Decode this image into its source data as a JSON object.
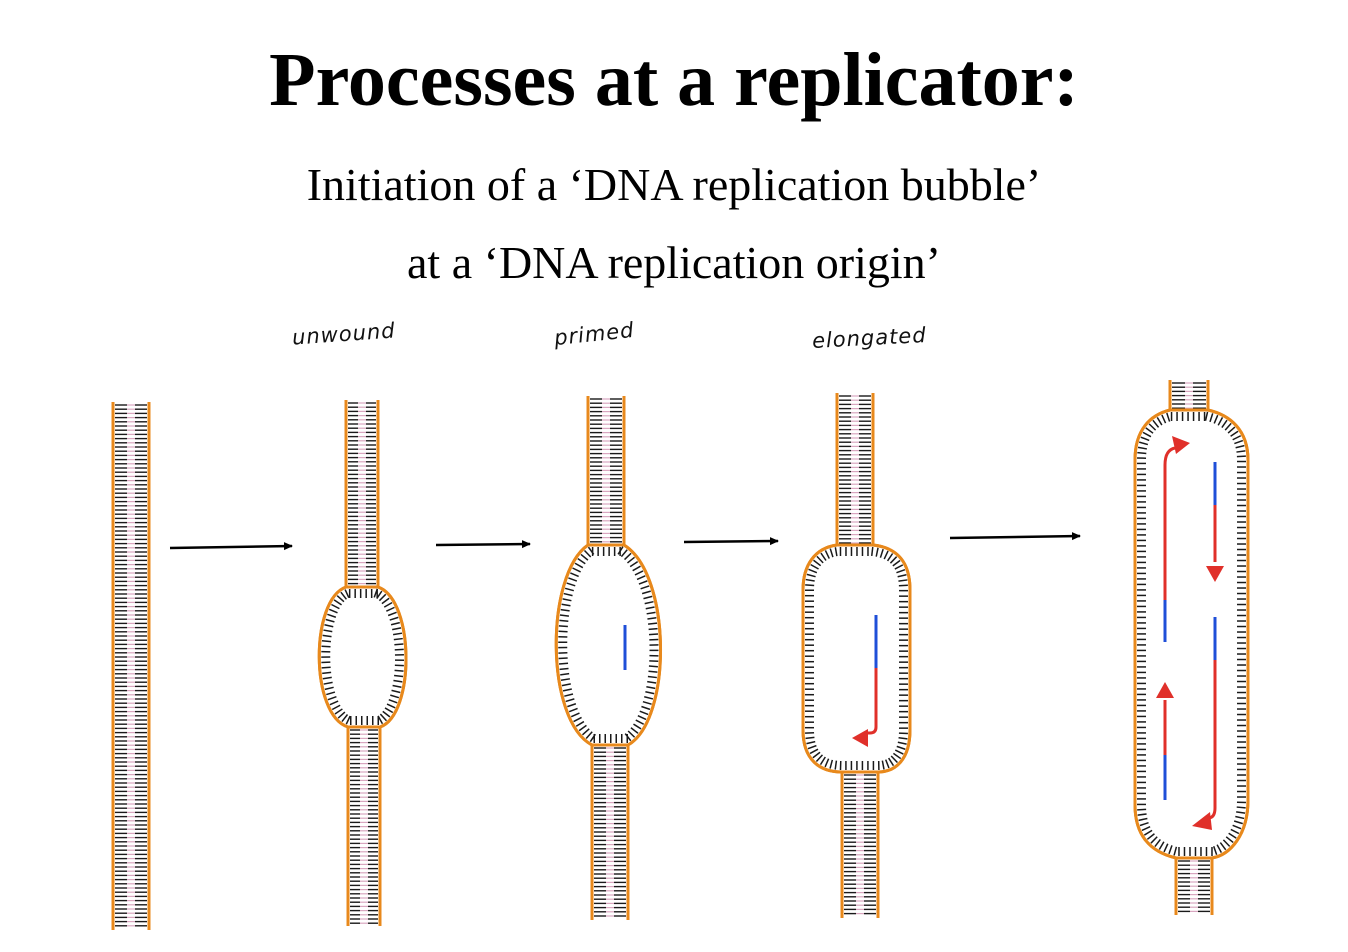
{
  "title": "Processes at a replicator:",
  "subtitle_line1": "Initiation of a ‘DNA replication bubble’",
  "subtitle_line2": "at a ‘DNA replication origin’",
  "stage_labels": {
    "unwound": "unwound",
    "primed": "primed",
    "elongated": "elongated"
  },
  "colors": {
    "backbone": "#e8891c",
    "rungs": "#1a1a1a",
    "base_pairs": "#d9a6c0",
    "primer": "#1f4fd8",
    "new_strand": "#e0302a",
    "arrow": "#000000"
  }
}
